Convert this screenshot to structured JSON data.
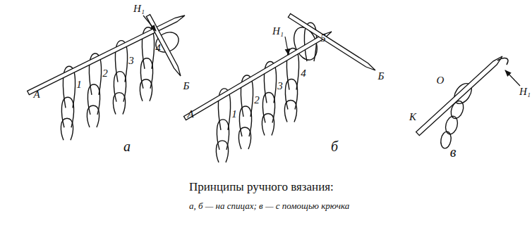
{
  "diagram": {
    "caption": "Принципы ручного вязания:",
    "labels": [
      "Н₁",
      "1",
      "2",
      "3",
      "4",
      "А",
      "Б",
      "а",
      "Н₁",
      "А",
      "1",
      "2",
      "3",
      "4",
      "5",
      "Б",
      "б",
      "К",
      "О",
      "Н₁",
      "в",
      "а, б — на спицах; в — с помощью крючка"
    ]
  }
}
